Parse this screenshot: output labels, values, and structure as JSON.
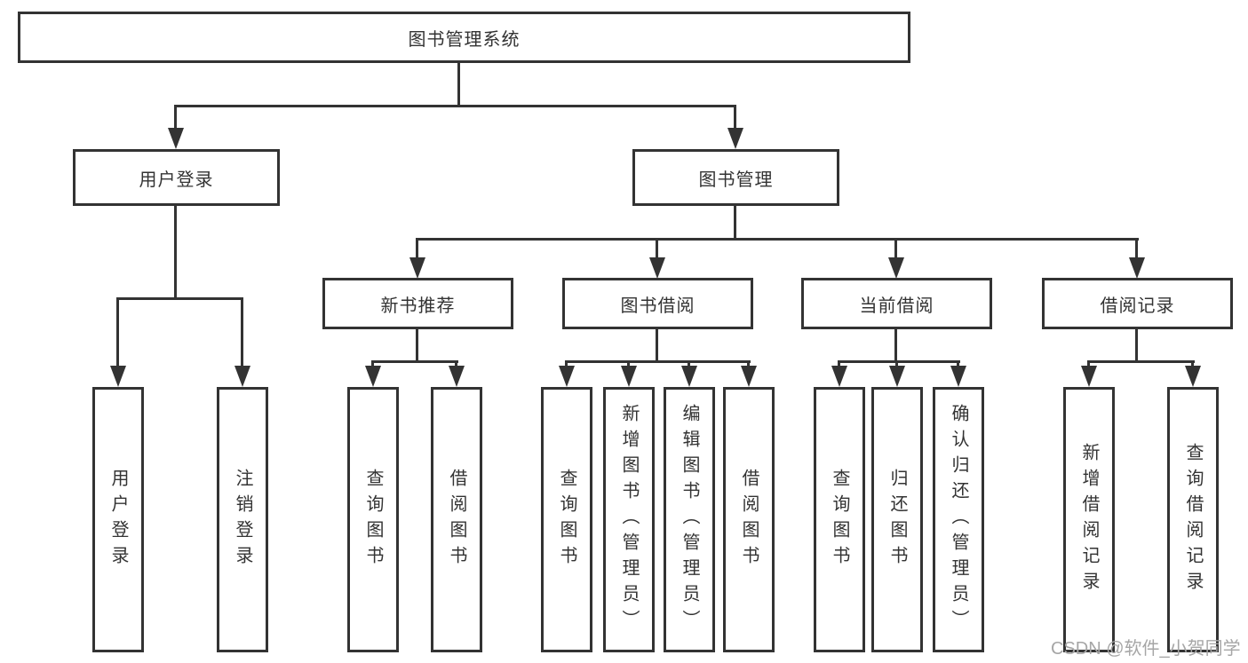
{
  "nodes": {
    "root": "图书管理系统",
    "level2": [
      "用户登录",
      "图书管理"
    ],
    "level3": [
      "新书推荐",
      "图书借阅",
      "当前借阅",
      "借阅记录"
    ],
    "leaves_user_login": [
      "用户登录",
      "注销登录"
    ],
    "leaves_new_book": [
      "查询图书",
      "借阅图书"
    ],
    "leaves_book_borrow": [
      "查询图书",
      "新增图书（管理员）",
      "编辑图书（管理员）",
      "借阅图书"
    ],
    "leaves_current_borrow": [
      "查询图书",
      "归还图书",
      "确认归还（管理员）"
    ],
    "leaves_borrow_records": [
      "新增借阅记录",
      "查询借阅记录"
    ]
  },
  "watermark": "CSDN @软件_小贺同学",
  "colors": {
    "line": "#333333",
    "text": "#333333",
    "watermark": "#a6a6a6",
    "background": "#ffffff"
  }
}
